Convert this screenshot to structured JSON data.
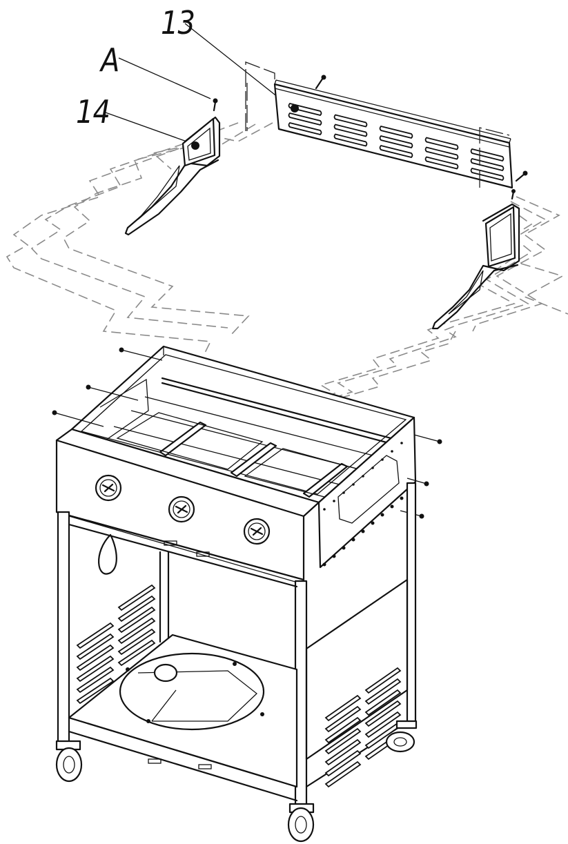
{
  "callouts": {
    "part_13": "13",
    "part_a": "A",
    "part_14": "14"
  },
  "colors": {
    "line": "#111111",
    "dashed_guides": "#8a8a8a",
    "background": "#ffffff"
  },
  "icons": {
    "screw": "screw-icon",
    "knob": "control-knob-icon",
    "wheel": "caster-wheel-icon",
    "hole_marker": "hole-marker-icon"
  }
}
